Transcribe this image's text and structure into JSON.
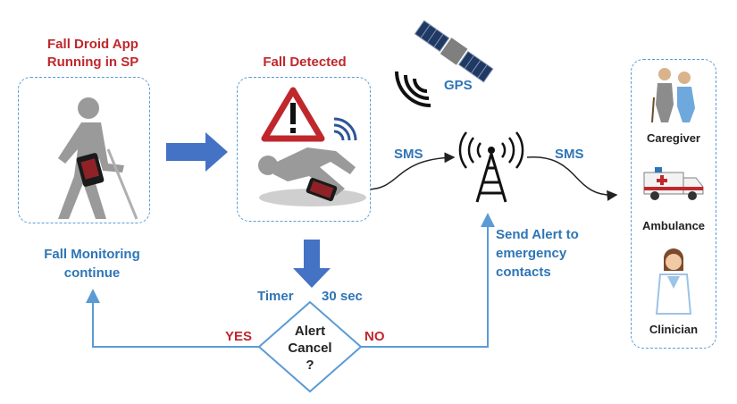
{
  "app_box": {
    "title_line1": "Fall Droid App",
    "title_line2": "Running in SP"
  },
  "fall_box": {
    "title": "Fall Detected"
  },
  "satellite": {
    "label": "GPS"
  },
  "links": {
    "sms_left": "SMS",
    "sms_right": "SMS"
  },
  "monitoring": {
    "line1": "Fall Monitoring",
    "line2": "continue"
  },
  "alert_send": {
    "line1": "Send Alert to",
    "line2": "emergency",
    "line3": "contacts"
  },
  "timer": {
    "label": "Timer",
    "value": "30 sec"
  },
  "decision": {
    "line1": "Alert",
    "line2": "Cancel",
    "line3": "?",
    "yes": "YES",
    "no": "NO"
  },
  "contacts": [
    {
      "label": "Caregiver"
    },
    {
      "label": "Ambulance"
    },
    {
      "label": "Clinician"
    }
  ],
  "colors": {
    "red": "#c0272d",
    "blue": "#2e75b6",
    "arrow": "#4472c4",
    "border": "#5b9bd5"
  }
}
